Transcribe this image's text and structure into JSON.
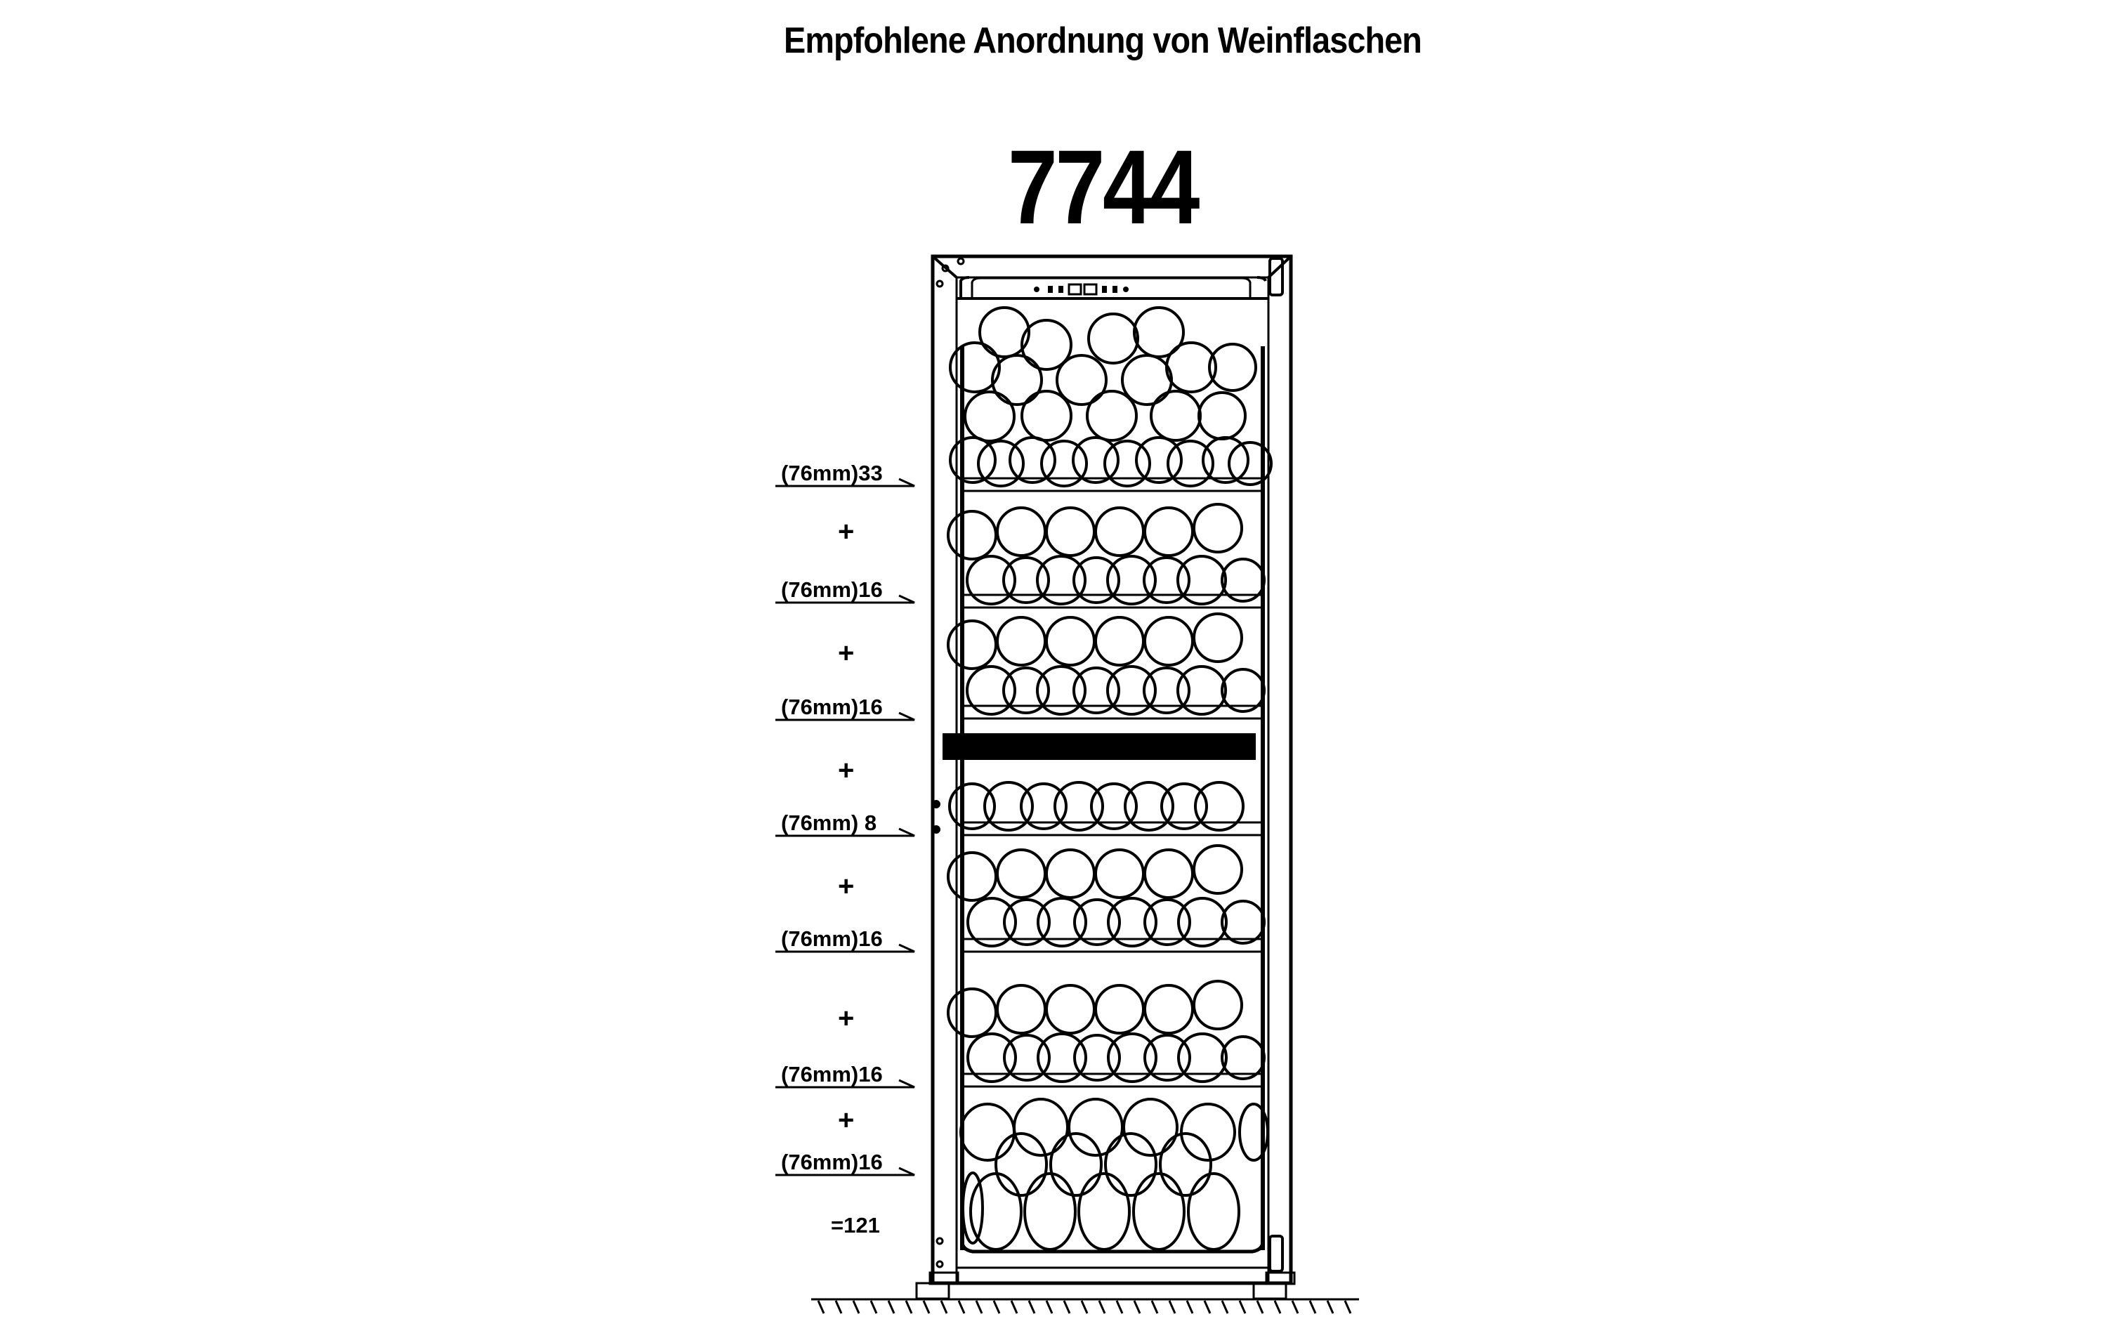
{
  "title": "Empfohlene Anordnung von Weinflaschen",
  "model": "7744",
  "zones": [
    {
      "label": "(76mm)33",
      "shelf_size": "76mm",
      "bottles": 33
    },
    {
      "label": "(76mm)16",
      "shelf_size": "76mm",
      "bottles": 16
    },
    {
      "label": "(76mm)16",
      "shelf_size": "76mm",
      "bottles": 16
    },
    {
      "label": "(76mm) 8",
      "shelf_size": "76mm",
      "bottles": 8
    },
    {
      "label": "(76mm)16",
      "shelf_size": "76mm",
      "bottles": 16
    },
    {
      "label": "(76mm)16",
      "shelf_size": "76mm",
      "bottles": 16
    },
    {
      "label": "(76mm)16",
      "shelf_size": "76mm",
      "bottles": 16
    }
  ],
  "plus_sign": "+",
  "total": "=121",
  "total_bottles": 121
}
